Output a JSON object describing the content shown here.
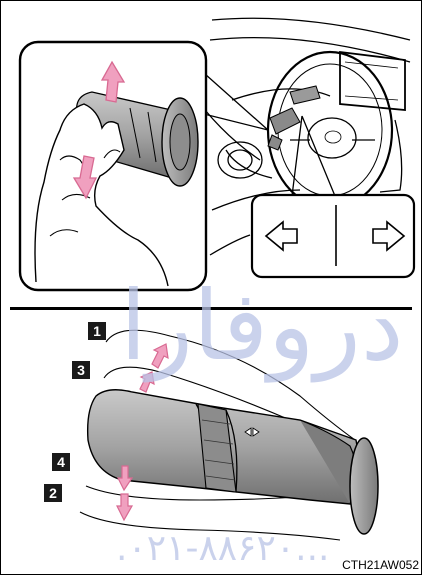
{
  "diagram": {
    "figure_code": "CTH21AW052",
    "labels": {
      "l1": "1",
      "l2": "2",
      "l3": "3",
      "l4": "4"
    },
    "watermark": {
      "word": "دروفارا",
      "phone": ".۰۲۱-۸۸۶۲۰..."
    },
    "colors": {
      "arrow": "#f0a0bf",
      "arrow_stroke": "#d86a92",
      "watermark": "#b9c3e6",
      "lever": "#9a9a9a",
      "label_bg": "#1a1a1a"
    }
  }
}
